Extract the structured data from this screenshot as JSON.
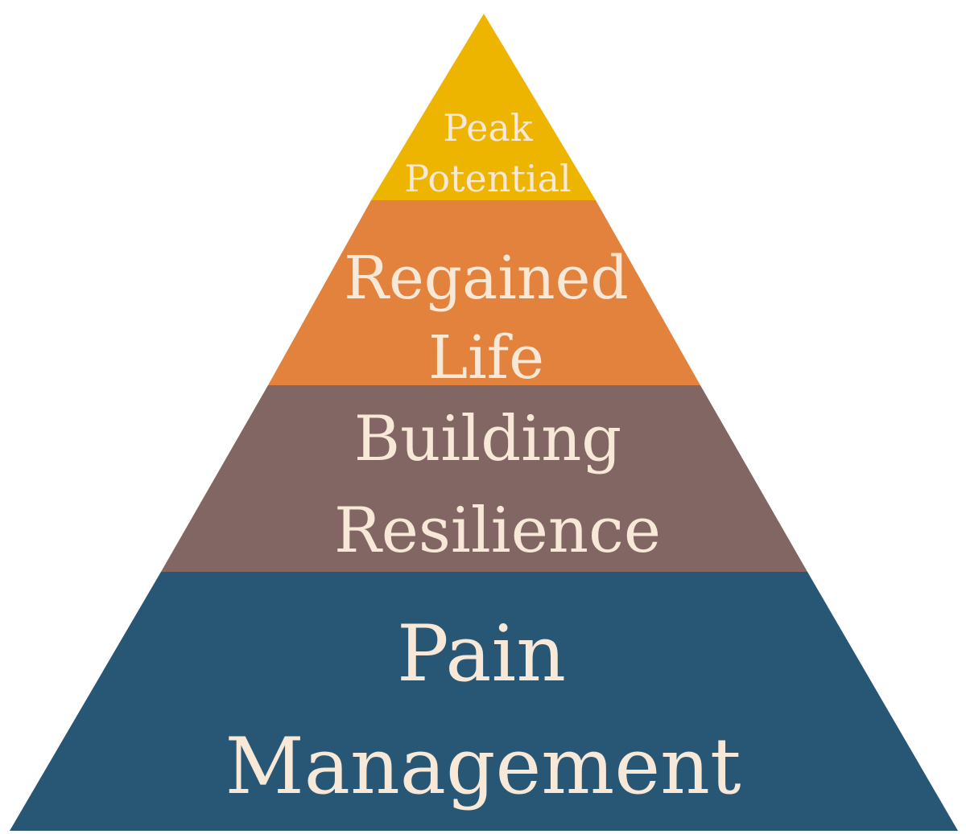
{
  "diagram": {
    "tiers": [
      {
        "id": "peak-potential",
        "lines": [
          "Peak",
          "Potential"
        ],
        "color": "#edb400"
      },
      {
        "id": "regained-life",
        "lines": [
          "Regained",
          "Life"
        ],
        "color": "#e3823c"
      },
      {
        "id": "building-resilience",
        "lines": [
          "Building",
          "Resilience"
        ],
        "color": "#826664"
      },
      {
        "id": "pain-management",
        "lines": [
          "Pain",
          "Management"
        ],
        "color": "#275775"
      }
    ],
    "text_color": "#f7e8d8"
  }
}
